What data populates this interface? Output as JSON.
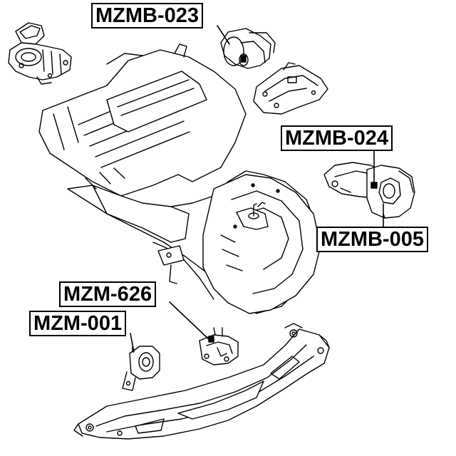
{
  "callouts": {
    "mzmb_023": "MZMB-023",
    "mzmb_024": "MZMB-024",
    "mzmb_005": "MZMB-005",
    "mzm_626": "MZM-626",
    "mzm_001": "MZM-001"
  },
  "colors": {
    "line": "#000000",
    "background": "#ffffff"
  }
}
